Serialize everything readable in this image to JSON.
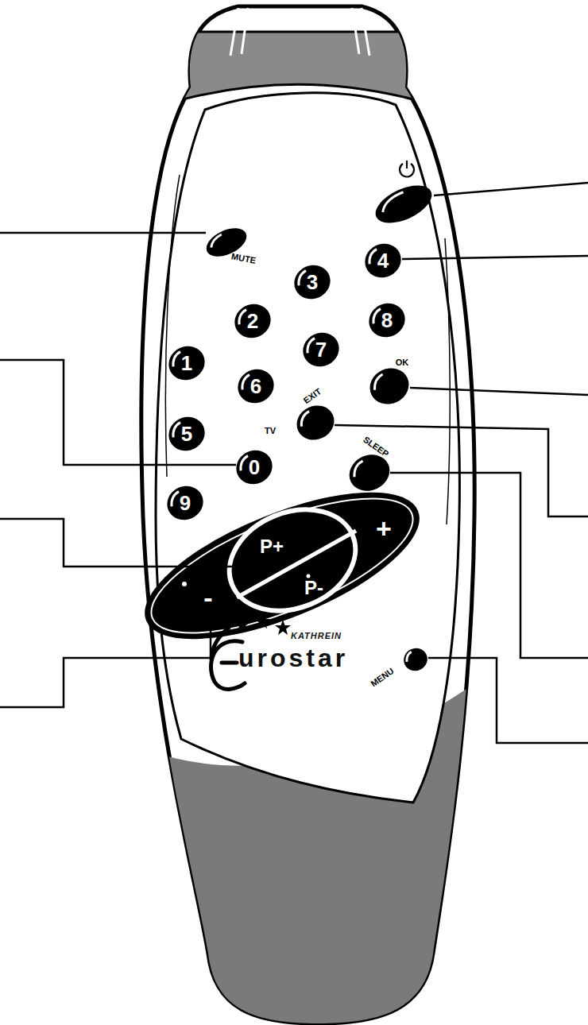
{
  "diagram": {
    "nodes": [
      {
        "text": [
          "MUTE"
        ]
      },
      {
        "text": [
          "4"
        ]
      },
      {
        "text": [
          "3"
        ]
      },
      {
        "text": [
          "2"
        ]
      },
      {
        "text": [
          "8"
        ]
      },
      {
        "text": [
          "7"
        ]
      },
      {
        "text": [
          "1"
        ]
      },
      {
        "text": [
          "OK"
        ]
      },
      {
        "text": [
          "6"
        ]
      },
      {
        "text": [
          "EXIT"
        ]
      },
      {
        "text": [
          "5"
        ]
      },
      {
        "text": [
          "0",
          "TV"
        ]
      },
      {
        "text": [
          "SLEEP"
        ]
      },
      {
        "text": [
          "9"
        ]
      },
      {
        "text": [
          "P+"
        ]
      },
      {
        "text": [
          "+"
        ]
      },
      {
        "text": [
          "-"
        ]
      },
      {
        "text": [
          "P-"
        ]
      },
      {
        "text": [
          "MENU"
        ]
      }
    ],
    "labels": [
      "KATHREIN",
      "urostar"
    ]
  }
}
